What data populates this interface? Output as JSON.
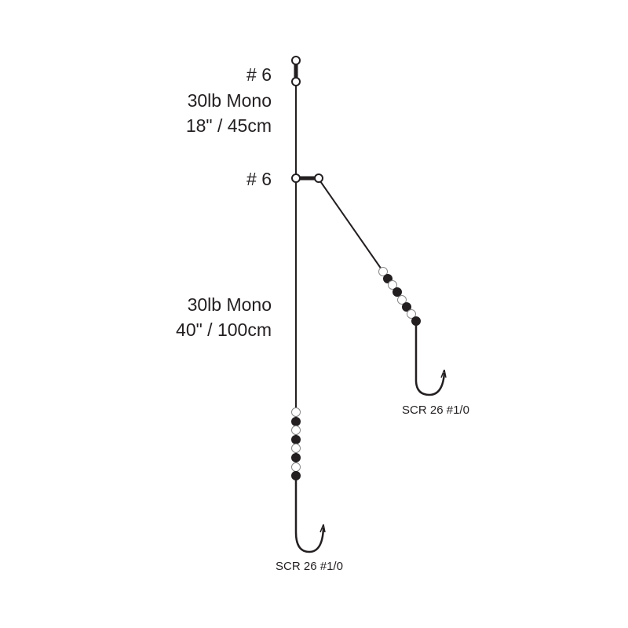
{
  "colors": {
    "line": "#231f20",
    "background": "#ffffff"
  },
  "labels": {
    "swivel_top": "# 6",
    "upper_line_material": "30lb Mono",
    "upper_line_length": "18\" / 45cm",
    "swivel_middle": "# 6",
    "lower_line_material": "30lb Mono",
    "lower_line_length": "40\" / 100cm",
    "branch_hook": "SCR 26 #1/0",
    "main_hook": "SCR 26 #1/0"
  }
}
